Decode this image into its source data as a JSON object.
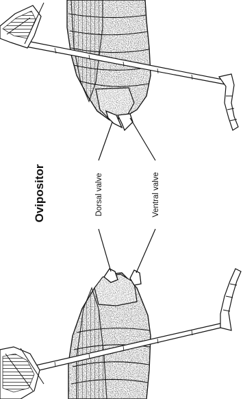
{
  "diagram": {
    "title": "Ovipositor",
    "labels": {
      "dorsal_valve": "Dorsal valve",
      "ventral_valve": "Ventral valve"
    },
    "colors": {
      "ink": "#111111",
      "background": "#ffffff"
    }
  }
}
